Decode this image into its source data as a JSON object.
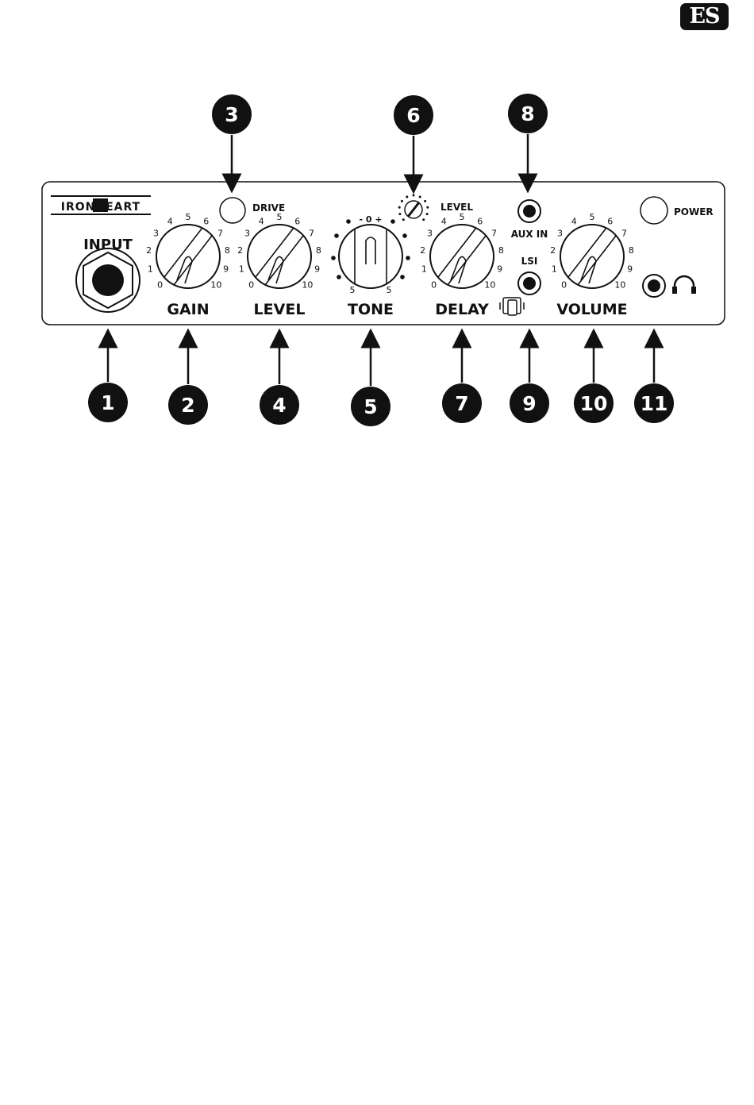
{
  "language_badge": "ES",
  "brand": {
    "logo_text": "IRONHEART"
  },
  "labels": {
    "input": "INPUT",
    "gain": "GAIN",
    "level": "LEVEL",
    "tone": "TONE",
    "delay": "DELAY",
    "volume": "VOLUME",
    "drive": "DRIVE",
    "delay_level": "LEVEL",
    "aux_in": "AUX IN",
    "lsi": "LSI",
    "power": "POWER"
  },
  "scale_numbers": [
    "0",
    "1",
    "2",
    "3",
    "4",
    "5",
    "6",
    "7",
    "8",
    "9",
    "10"
  ],
  "tone_scale": {
    "left": "5",
    "right": "5",
    "top": "- 0 +"
  },
  "callouts": [
    "1",
    "2",
    "3",
    "4",
    "5",
    "6",
    "7",
    "8",
    "9",
    "10",
    "11"
  ],
  "icons": [
    "headphones-icon",
    "mobile-device-icon"
  ]
}
